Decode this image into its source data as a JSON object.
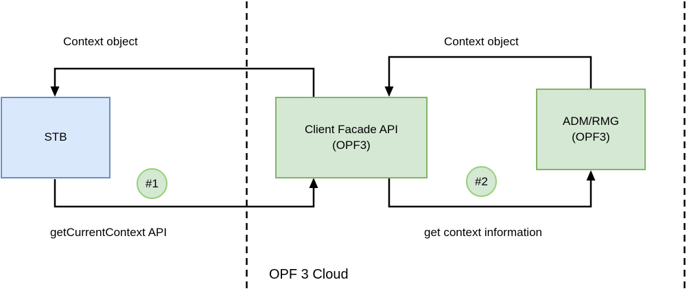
{
  "diagram": {
    "zone_label": "OPF 3 Cloud",
    "nodes": {
      "stb": {
        "label": "STB",
        "fill": "#dae8fc",
        "border": "#6c8ebf"
      },
      "client_facade": {
        "label": "Client Facade API",
        "sublabel": "(OPF3)",
        "fill": "#d5e8d4",
        "border": "#82b366"
      },
      "adm_rmg": {
        "label": "ADM/RMG",
        "sublabel": "(OPF3)",
        "fill": "#d5e8d4",
        "border": "#82b366"
      }
    },
    "edges": {
      "context_object_1": {
        "label": "Context object",
        "from": "client_facade",
        "to": "stb"
      },
      "get_current_context": {
        "label": "getCurrentContext API",
        "from": "stb",
        "to": "client_facade"
      },
      "context_object_2": {
        "label": "Context object",
        "from": "adm_rmg",
        "to": "client_facade"
      },
      "get_context_information": {
        "label": "get context information",
        "from": "client_facade",
        "to": "adm_rmg"
      }
    },
    "badges": {
      "step1": {
        "label": "#1",
        "fill": "#d5e8d4",
        "border": "#97d077"
      },
      "step2": {
        "label": "#2",
        "fill": "#d5e8d4",
        "border": "#97d077"
      }
    },
    "line_color": "#000000"
  }
}
